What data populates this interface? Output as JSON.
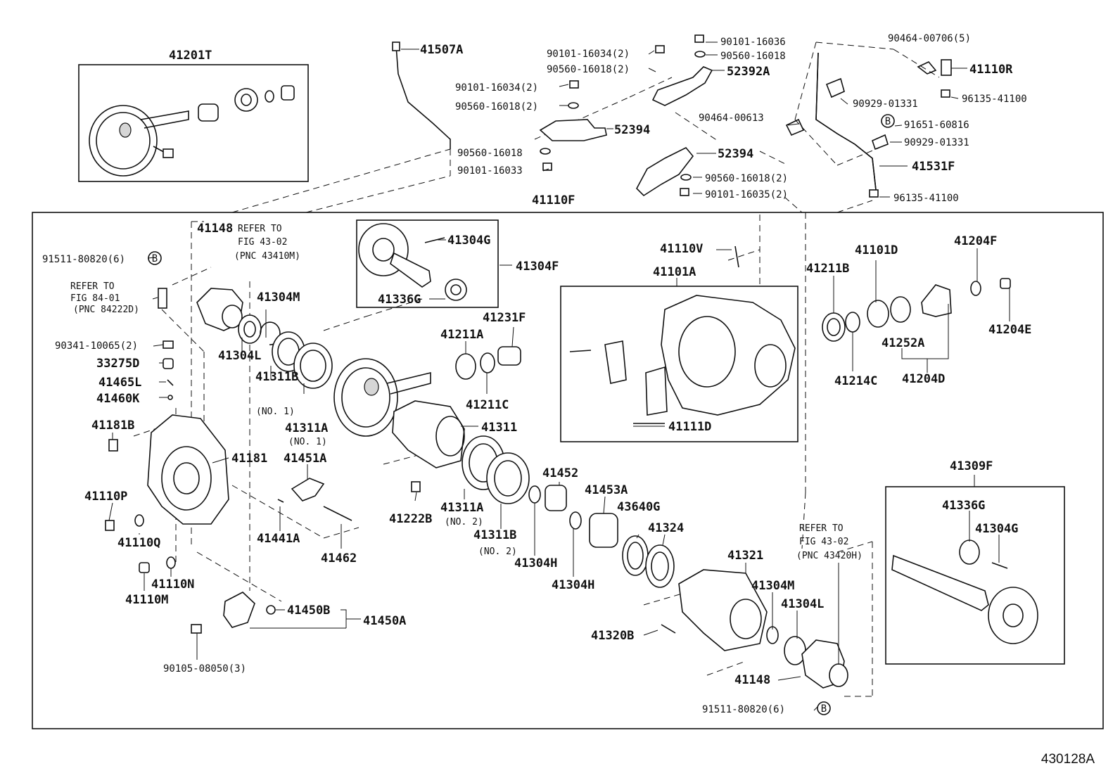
{
  "figure_code": "430128A",
  "notes": {
    "refer_43_02_a": [
      "REFER TO",
      "FIG 43-02",
      "(PNC 43410M)"
    ],
    "refer_84_01": [
      "REFER TO",
      "FIG 84-01",
      "(PNC 84222D)"
    ],
    "refer_43_02_b": [
      "REFER TO",
      "FIG 43-02",
      "(PNC 43420H)"
    ]
  },
  "callouts": {
    "p41201T": "41201T",
    "p41507A": "41507A",
    "p90101_16034_2a": "90101-16034(2)",
    "p90560_16018_2a": "90560-16018(2)",
    "p90101_16034_2b": "90101-16034(2)",
    "p90560_16018_2b": "90560-16018(2)",
    "p52394a": "52394",
    "p90560_16018": "90560-16018",
    "p90101_16033": "90101-16033",
    "p41110F": "41110F",
    "p90101_16036": "90101-16036",
    "p90560_16018c": "90560-16018",
    "p52392A": "52392A",
    "p90464_00613": "90464-00613",
    "p52394b": "52394",
    "p90560_16018_2c": "90560-16018(2)",
    "p90101_16035_2": "90101-16035(2)",
    "p90464_00706_5": "90464-00706(5)",
    "p41110R": "41110R",
    "p90929_01331a": "90929-01331",
    "p96135_41100a": "96135-41100",
    "p91651_60816": "91651-60816",
    "p90929_01331b": "90929-01331",
    "p41531F": "41531F",
    "p96135_41100b": "96135-41100",
    "p41148a": "41148",
    "p91511_80820_6a": "91511-80820(6)",
    "p41304G_a": "41304G",
    "p41304F": "41304F",
    "p41336G_a": "41336G",
    "p41304M_a": "41304M",
    "p41304L_a": "41304L",
    "p41311B_1": "41311B",
    "no1a": "(NO. 1)",
    "p41311A_1": "41311A",
    "no1b": "(NO. 1)",
    "p90341_10065_2": "90341-10065(2)",
    "p33275D": "33275D",
    "p41465L": "41465L",
    "p41460K": "41460K",
    "p41181B": "41181B",
    "p41181": "41181",
    "p41110P": "41110P",
    "p41110Q": "41110Q",
    "p41110N": "41110N",
    "p41110M": "41110M",
    "p41451A": "41451A",
    "p41441A": "41441A",
    "p41462": "41462",
    "p41450B": "41450B",
    "p41450A": "41450A",
    "p90105_08050_3": "90105-08050(3)",
    "p41231F": "41231F",
    "p41211A": "41211A",
    "p41211C": "41211C",
    "p41311": "41311",
    "p41222B": "41222B",
    "p41311A_2": "41311A",
    "no2a": "(NO. 2)",
    "p41311B_2": "41311B",
    "no2b": "(NO. 2)",
    "p41304H_a": "41304H",
    "p41304H_b": "41304H",
    "p41452": "41452",
    "p41453A": "41453A",
    "p43640G": "43640G",
    "p41324": "41324",
    "p41110V": "41110V",
    "p41101A": "41101A",
    "p41111D": "41111D",
    "p41211B": "41211B",
    "p41101D": "41101D",
    "p41204F": "41204F",
    "p41204E": "41204E",
    "p41252A": "41252A",
    "p41214C": "41214C",
    "p41204D": "41204D",
    "p41309F": "41309F",
    "p41336G_b": "41336G",
    "p41304G_b": "41304G",
    "p41321": "41321",
    "p41304M_b": "41304M",
    "p41304L_b": "41304L",
    "p41320B": "41320B",
    "p41148b": "41148",
    "p91511_80820_6b": "91511-80820(6)",
    "b_mark": "B"
  }
}
